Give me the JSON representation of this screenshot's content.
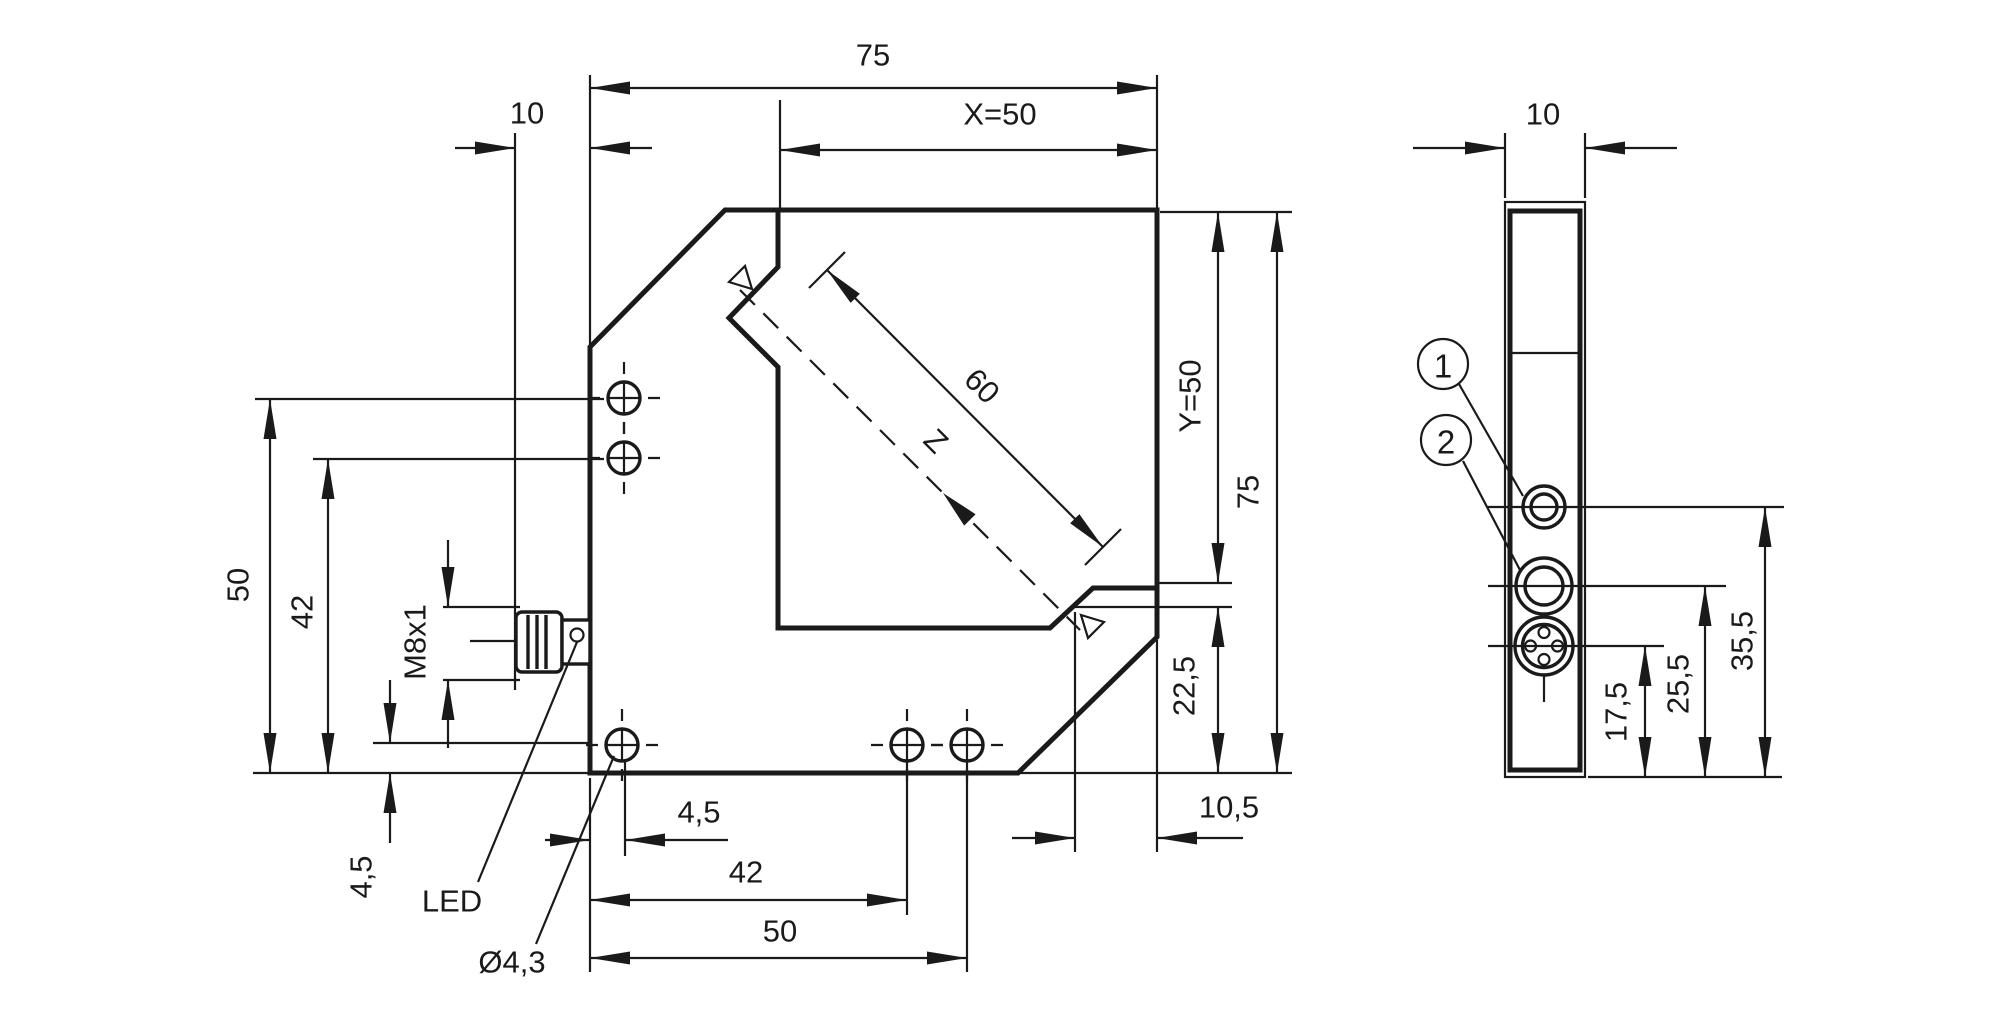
{
  "figure": {
    "kind": "technical-dimension-drawing",
    "views": [
      "front-view",
      "side-view"
    ],
    "line_color": "#1a1a1a",
    "background_color": "#ffffff"
  },
  "labels": {
    "top_width": "75",
    "top_offset": "10",
    "x_offset": "X=50",
    "slot_length": "60",
    "beam_axis": "Z",
    "y_offset": "Y=50",
    "right_height": "75",
    "left_hole_upper": "50",
    "left_hole_lower": "42",
    "thread": "M8x1",
    "hole_edge_v": "4,5",
    "led": "LED",
    "hole_dia": "Ø4,3",
    "hole_edge_h": "4,5",
    "bottom_hole_1": "42",
    "bottom_hole_2": "50",
    "notch_height": "22,5",
    "notch_width": "10,5",
    "side_width": "10",
    "conn_pos_1": "17,5",
    "conn_pos_2": "25,5",
    "conn_pos_3": "35,5",
    "balloon_1": "1",
    "balloon_2": "2"
  }
}
